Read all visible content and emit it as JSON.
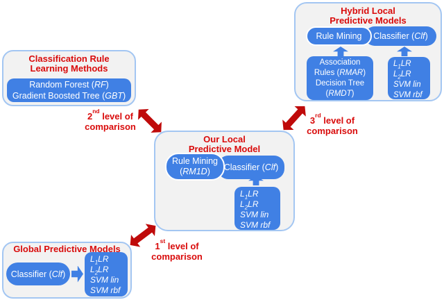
{
  "colors": {
    "blue": "#4080e4",
    "title_red": "#d90b0b",
    "arrow_red": "#bf0a0a",
    "box_fill": "#f2f2f2",
    "box_border": "#a3c6f2"
  },
  "classification_box": {
    "title_line1": "Classification Rule",
    "title_line2": "Learning Methods",
    "method1_prefix": "Random Forest (",
    "method1_abbr": "RF",
    "method1_suffix": ")",
    "method2_prefix": "Gradient Boosted Tree (",
    "method2_abbr": "GBT",
    "method2_suffix": ")"
  },
  "hybrid_box": {
    "title_line1": "Hybrid Local",
    "title_line2": "Predictive Models",
    "rule_mining": "Rule Mining",
    "classifier_prefix": "Classifier (",
    "classifier_abbr": "Clf",
    "classifier_suffix": ")",
    "rule_options": {
      "line1": "Association",
      "line2_prefix": "Rules (",
      "line2_abbr": "RMAR",
      "line2_suffix": ")",
      "line3": "Decision Tree",
      "line4_prefix": "(",
      "line4_abbr": "RMDT",
      "line4_suffix": ")"
    }
  },
  "local_box": {
    "title_line1": "Our Local",
    "title_line2": "Predictive Model",
    "rule_mining_line1": "Rule Mining",
    "rm_prefix": "(",
    "rm_abbr": "RM1D",
    "rm_suffix": ")",
    "classifier_prefix": "Classifier (",
    "classifier_abbr": "Clf",
    "classifier_suffix": ")"
  },
  "global_box": {
    "title": "Global Predictive Models",
    "classifier_prefix": "Classifier (",
    "classifier_abbr": "Clf",
    "classifier_suffix": ")"
  },
  "classifier_options": {
    "opt1_base": "L",
    "opt1_sub": "1",
    "opt1_rest": "LR",
    "opt2_base": "L",
    "opt2_sub": "2",
    "opt2_rest": "LR",
    "opt3": "SVM lin",
    "opt4": "SVM rbf"
  },
  "comparison_labels": {
    "level1": {
      "num": "1",
      "ordinal": "st",
      "rest": " level of",
      "line2": "comparison"
    },
    "level2": {
      "num": "2",
      "ordinal": "nd",
      "rest": " level of",
      "line2": "comparison"
    },
    "level3": {
      "num": "3",
      "ordinal": "rd",
      "rest": " level of",
      "line2": "comparison"
    }
  }
}
